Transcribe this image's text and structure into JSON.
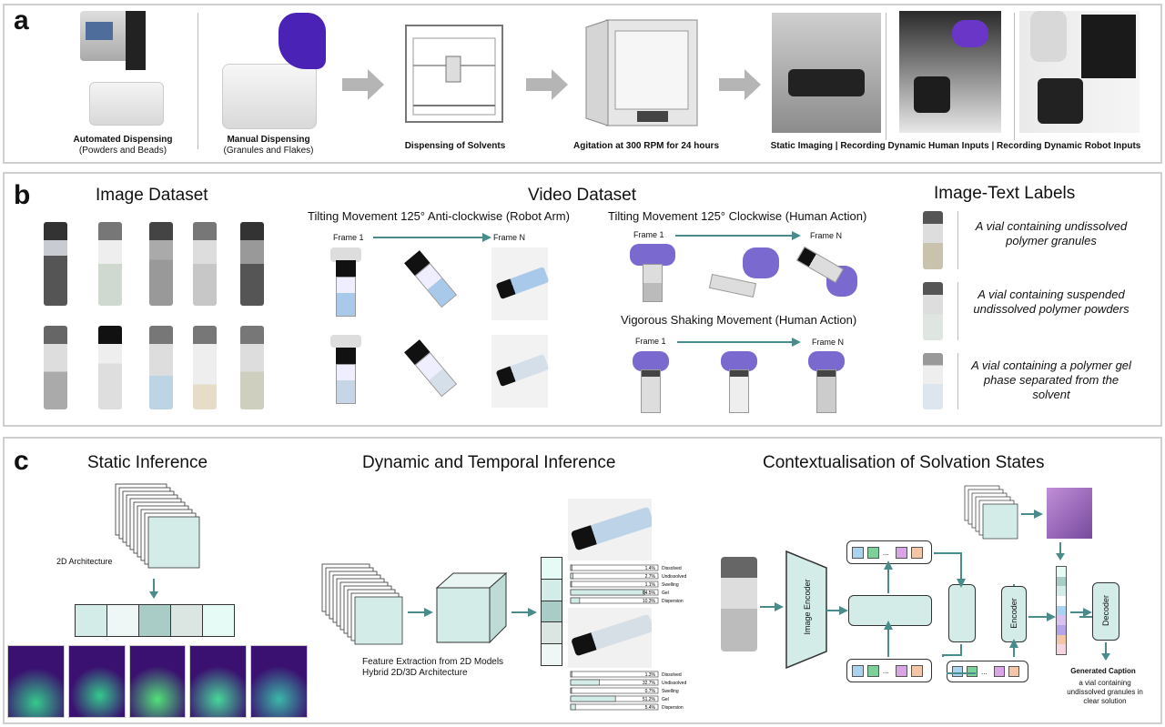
{
  "panel_a": {
    "label": "a",
    "steps": [
      {
        "title": "Automated Dispensing",
        "subtitle": "(Powders and Beads)"
      },
      {
        "title": "Manual Dispensing",
        "subtitle": "(Granules and Flakes)"
      },
      {
        "title": "Dispensing of Solvents",
        "subtitle": ""
      },
      {
        "title": "Agitation at 300 RPM for 24 hours",
        "subtitle": ""
      },
      {
        "title": "Static Imaging | Recording Dynamic Human Inputs | Recording Dynamic Robot Inputs",
        "subtitle": ""
      }
    ]
  },
  "panel_b": {
    "label": "b",
    "image_dataset_title": "Image Dataset",
    "video_dataset_title": "Video Dataset",
    "labels_title": "Image-Text Labels",
    "robot_title": "Tilting Movement 125° Anti-clockwise (Robot Arm)",
    "human_tilt_title": "Tilting Movement 125° Clockwise (Human Action)",
    "shake_title": "Vigorous Shaking Movement (Human Action)",
    "frame_1": "Frame 1",
    "frame_n": "Frame N",
    "text_labels": [
      "A vial containing undissolved polymer granules",
      "A vial containing suspended undissolved polymer powders",
      "A vial containing a polymer gel phase separated from the solvent"
    ]
  },
  "panel_c": {
    "label": "c",
    "static_title": "Static Inference",
    "arch_2d": "2D Architecture",
    "dynamic_title": "Dynamic and Temporal Inference",
    "feature_line1": "Feature Extraction from 2D Models",
    "feature_line2": "Hybrid 2D/3D Architecture",
    "context_title": "Contextualisation of Solvation States",
    "image_encoder": "Image Encoder",
    "encoder": "Encoder",
    "decoder": "Decoder",
    "ellipsis": "...",
    "generated_caption_title": "Generated Caption",
    "generated_caption_text": "a vial containing undissolved granules in clear solution",
    "pred_classes": [
      "Dissolved",
      "Undissolved",
      "Swelling",
      "Gel",
      "Dispersion"
    ],
    "pred_top": [
      1.4,
      2.7,
      1.1,
      84.5,
      10.3
    ],
    "pred_bottom": [
      1.3,
      32.7,
      0.7,
      51.2,
      5.4
    ],
    "pred_top_labels": [
      "1.4%",
      "2.7%",
      "1.1%",
      "84.5%",
      "10.3%"
    ],
    "pred_bottom_labels": [
      "1.3%",
      "32.7%",
      "0.7%",
      "51.2%",
      "5.4%"
    ]
  },
  "colors": {
    "teal": "#4a8c8c",
    "mint": "#d3ece8",
    "purple": "#3a1170",
    "panel_border": "#cfcfcf"
  }
}
